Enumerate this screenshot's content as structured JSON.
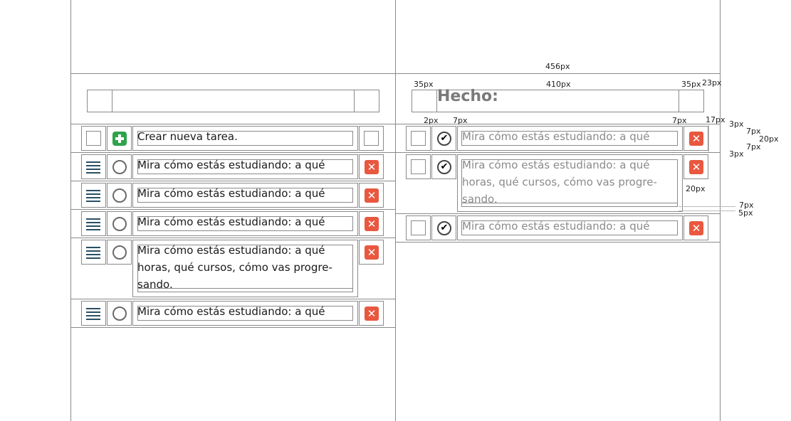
{
  "left": {
    "new_task_label": "Crear nueva tarea.",
    "tasks": [
      {
        "text": "Mira cómo estás estudiando: a qué"
      },
      {
        "text": "Mira cómo estás estudiando: a qué"
      },
      {
        "text": "Mira cómo estás estudiando: a qué"
      },
      {
        "text": "Mira cómo estás estudiando: a qué horas, qué cursos, cómo vas progre-sando."
      },
      {
        "text": "Mira cómo estás estudiando: a qué"
      }
    ]
  },
  "right": {
    "heading": "Hecho:",
    "tasks": [
      {
        "text": "Mira cómo estás estudiando: a qué"
      },
      {
        "text": "Mira cómo estás estudiando: a qué horas, qué cursos, cómo vas progre-sando."
      },
      {
        "text": "Mira cómo estás estudiando: a qué"
      }
    ]
  },
  "dimensions": {
    "w456": "456px",
    "w35a": "35px",
    "w410": "410px",
    "w35b": "35px",
    "w23": "23px",
    "w2": "2px",
    "w7a": "7px",
    "w7b": "7px",
    "w17": "17px",
    "h3a": "3px",
    "h7a": "7px",
    "h20a": "20px",
    "h7b": "7px",
    "h3b": "3px",
    "h20b": "20px",
    "h7c": "7px",
    "h5": "5px"
  },
  "icons": {
    "drag": "hamburger-icon",
    "todo": "circle-icon",
    "done": "check-circle-icon",
    "delete": "close-icon",
    "add": "plus-icon"
  },
  "colors": {
    "delete": "#e9573f",
    "add": "#2ea34b",
    "drag": "#2a4f63",
    "done_text": "#8a8a8a"
  }
}
